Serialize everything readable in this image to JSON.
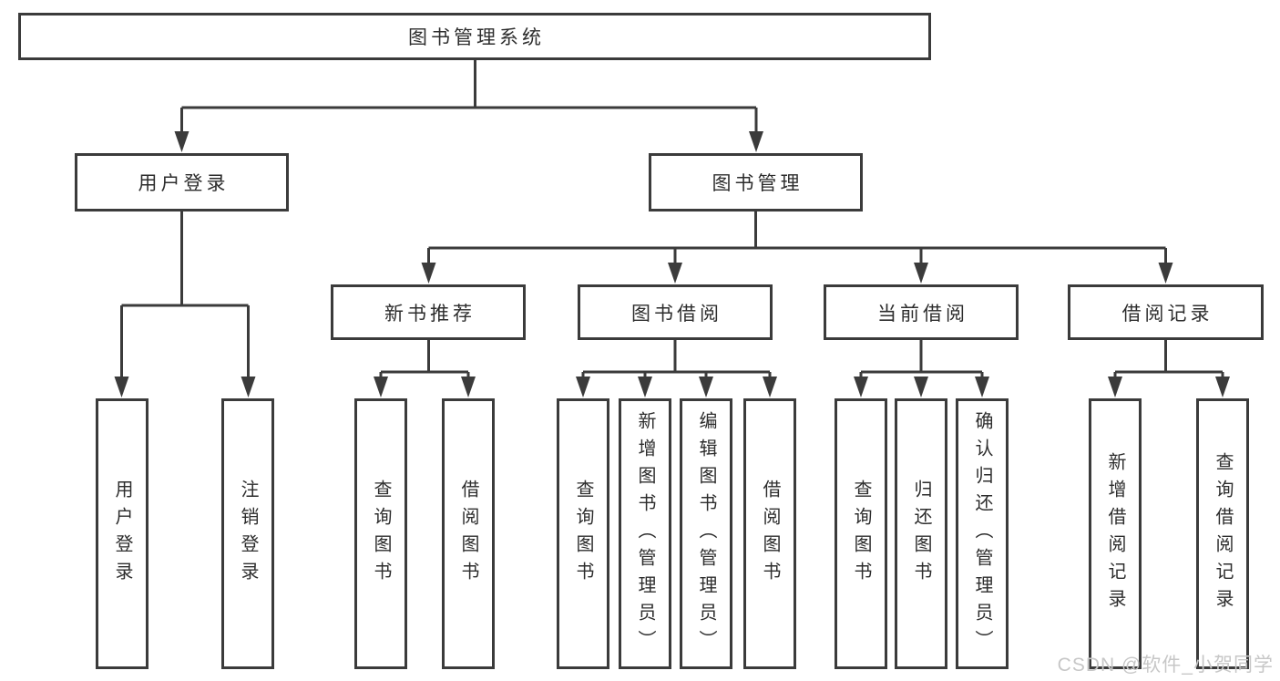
{
  "diagram": {
    "type": "hierarchy-tree",
    "line_color": "#3b3b3b",
    "background_color": "#ffffff",
    "nodes": {
      "root": "图书管理系统",
      "user_login": "用户登录",
      "book_management": "图书管理",
      "new_book_recommend": "新书推荐",
      "book_borrow": "图书借阅",
      "current_borrow": "当前借阅",
      "borrow_records": "借阅记录"
    },
    "leaves": [
      {
        "label": "用户登录",
        "parent": "用户登录"
      },
      {
        "label": "注销登录",
        "parent": "用户登录"
      },
      {
        "label": "查询图书",
        "parent": "新书推荐"
      },
      {
        "label": "借阅图书",
        "parent": "新书推荐"
      },
      {
        "label": "查询图书",
        "parent": "图书借阅"
      },
      {
        "label": "新增图书（管理员）",
        "parent": "图书借阅"
      },
      {
        "label": "编辑图书（管理员）",
        "parent": "图书借阅"
      },
      {
        "label": "借阅图书",
        "parent": "图书借阅"
      },
      {
        "label": "查询图书",
        "parent": "当前借阅"
      },
      {
        "label": "归还图书",
        "parent": "当前借阅"
      },
      {
        "label": "确认归还（管理员）",
        "parent": "当前借阅"
      },
      {
        "label": "新增借阅记录",
        "parent": "借阅记录"
      },
      {
        "label": "查询借阅记录",
        "parent": "借阅记录"
      }
    ],
    "watermark": "CSDN @软件_小贺同学"
  }
}
